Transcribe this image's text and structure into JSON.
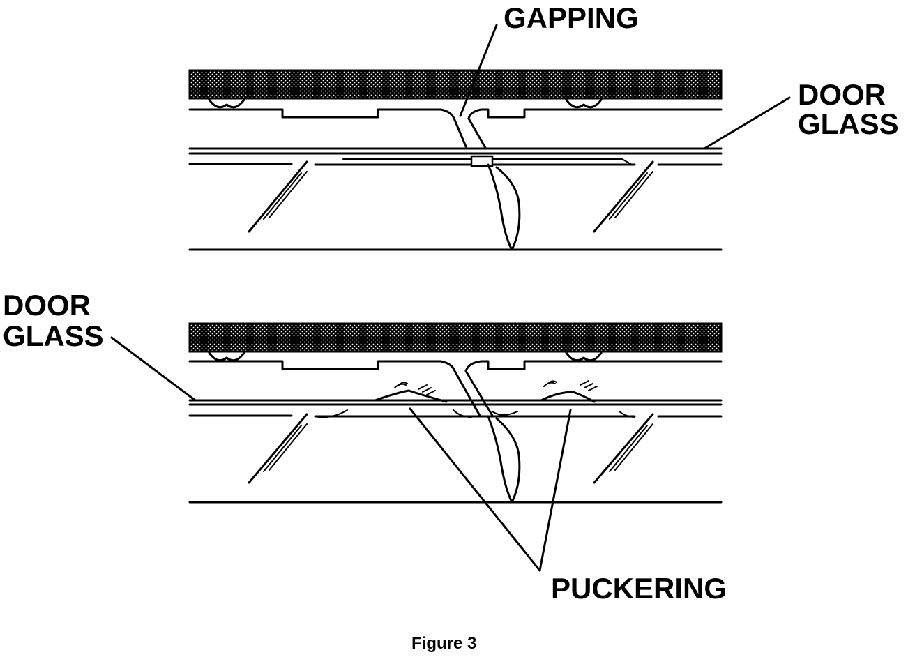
{
  "labels": {
    "gapping": "GAPPING",
    "door_glass_top_line1": "DOOR",
    "door_glass_top_line2": "GLASS",
    "door_glass_bottom_line1": "DOOR",
    "door_glass_bottom_line2": "GLASS",
    "puckering": "PUCKERING"
  },
  "caption": "Figure 3",
  "colors": {
    "ink": "#000000",
    "background": "#ffffff"
  }
}
